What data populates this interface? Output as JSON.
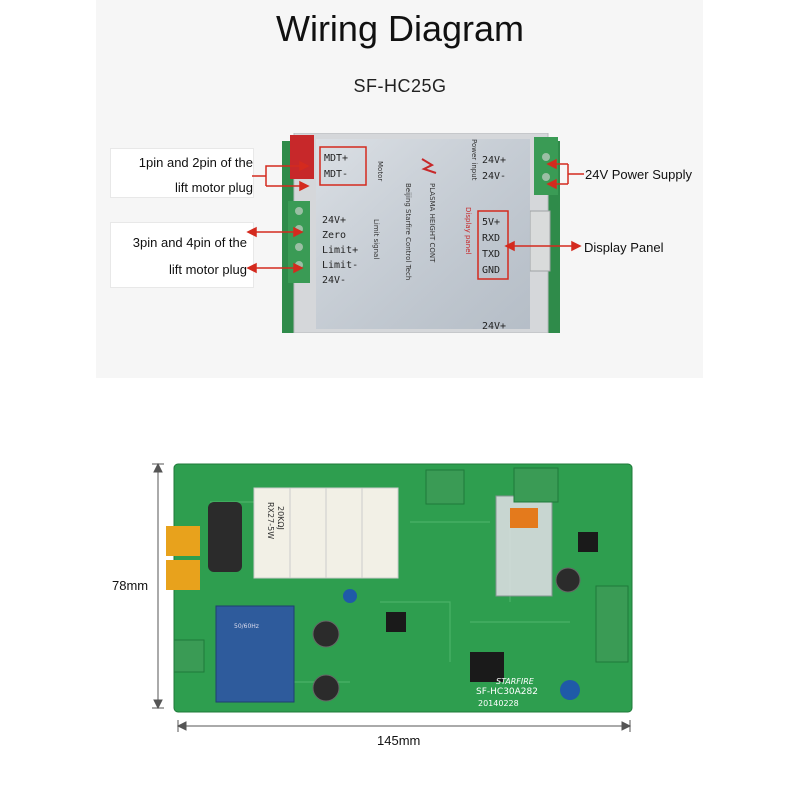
{
  "header": {
    "title": "Wiring Diagram",
    "model": "SF-HC25G"
  },
  "callouts": {
    "left_1_line1": "1pin and 2pin of the",
    "left_1_line2": "lift motor plug",
    "left_2_line1": "3pin and 4pin of the",
    "left_2_line2": "lift motor plug",
    "right_1": "24V Power Supply",
    "right_2": "Display Panel"
  },
  "board_top_labels": {
    "mdt_plus": "MDT+",
    "mdt_minus": "MDT-",
    "motor": "Motor",
    "v24_plus_l": "24V+",
    "zero": "Zero",
    "limit_plus": "Limit+",
    "limit_minus": "Limit-",
    "v24_minus_l": "24V-",
    "limit_signal": "Limit signal",
    "v24_plus_r": "24V+",
    "v24_minus_r": "24V-",
    "power_input": "Power input",
    "v5_plus": "5V+",
    "rxd": "RXD",
    "txd": "TXD",
    "gnd": "GND",
    "display_panel_small": "Display panel",
    "beijing": "Beijing Starfire Control Tech",
    "plasma": "PLASMA HEIGHT CONT",
    "v24_plus_r2": "24V+"
  },
  "dimensions": {
    "height": "78mm",
    "width": "145mm"
  },
  "board_bottom_labels": {
    "model": "SF-HC30A282",
    "date": "20140228",
    "resistor": "RX27-5W",
    "resistor_value": "20KΩJ",
    "brand": "STARFIRE",
    "transformer": "50/60Hz"
  },
  "colors": {
    "pcb_green": "#2e9e4f",
    "terminal_green": "#3a9b55",
    "callout_red": "#d42a1e",
    "display_blue": "#2e5b9c"
  }
}
